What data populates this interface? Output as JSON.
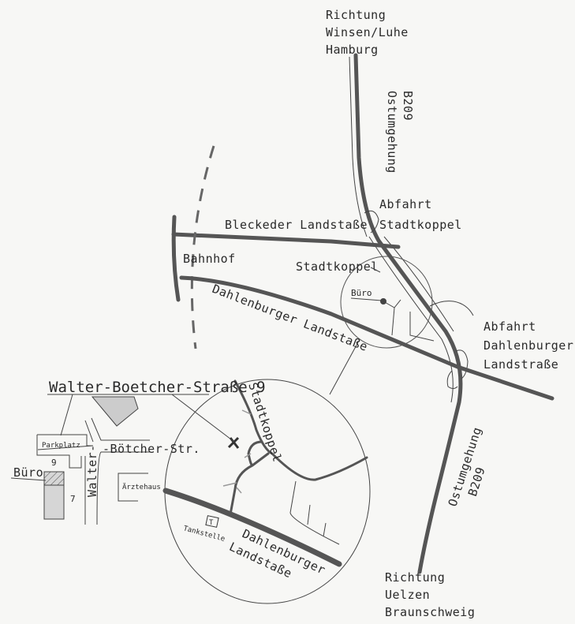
{
  "map": {
    "north_direction": [
      "Richtung",
      "Winsen/Luhe",
      "Hamburg"
    ],
    "south_direction": [
      "Richtung",
      "Uelzen",
      "Braunschweig"
    ],
    "highway_north": [
      "Ostumgehung",
      "B209"
    ],
    "highway_south": [
      "Ostumgehung",
      "B209"
    ],
    "exit_stadtkoppel": [
      "Abfahrt",
      "Stadtkoppel"
    ],
    "exit_dahlenburger": [
      "Abfahrt",
      "Dahlenburger",
      "Landstraße"
    ],
    "bleckeder": "Bleckeder Landstaße",
    "bahnhof": "Bahnhof",
    "stadtkoppel": "Stadtkoppel",
    "buero": "Büro",
    "dahlenburger": "Dahlenburger Landstaße"
  },
  "detail": {
    "stadtkoppel": "Stadtkoppel",
    "tankstelle": "Tankstelle",
    "tankstelle_symbol": "T",
    "dahlenburger": [
      "Dahlenburger",
      "Landstaße"
    ]
  },
  "inset": {
    "address": "Walter-Boetcher-Straße 9",
    "parkplatz": "Parkplatz",
    "street_h": "-Bötcher-Str.",
    "street_v": "Walter-",
    "aerztehaus": "Ärztehaus",
    "buero": "Büro",
    "num9": "9",
    "num7": "7"
  }
}
